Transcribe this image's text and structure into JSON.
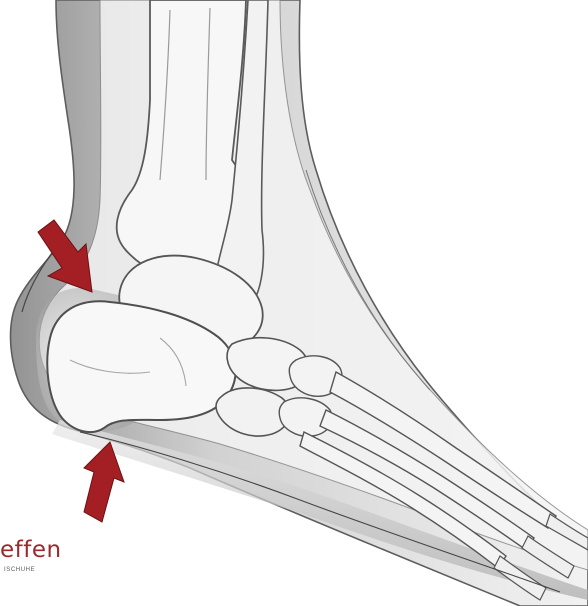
{
  "image": {
    "subject": "heel-skeleton-sketch",
    "arrow_color": "#a31f24"
  },
  "logo": {
    "word": "effen",
    "subtitle": "ISCHUHE",
    "color": "#9b2a2c"
  }
}
